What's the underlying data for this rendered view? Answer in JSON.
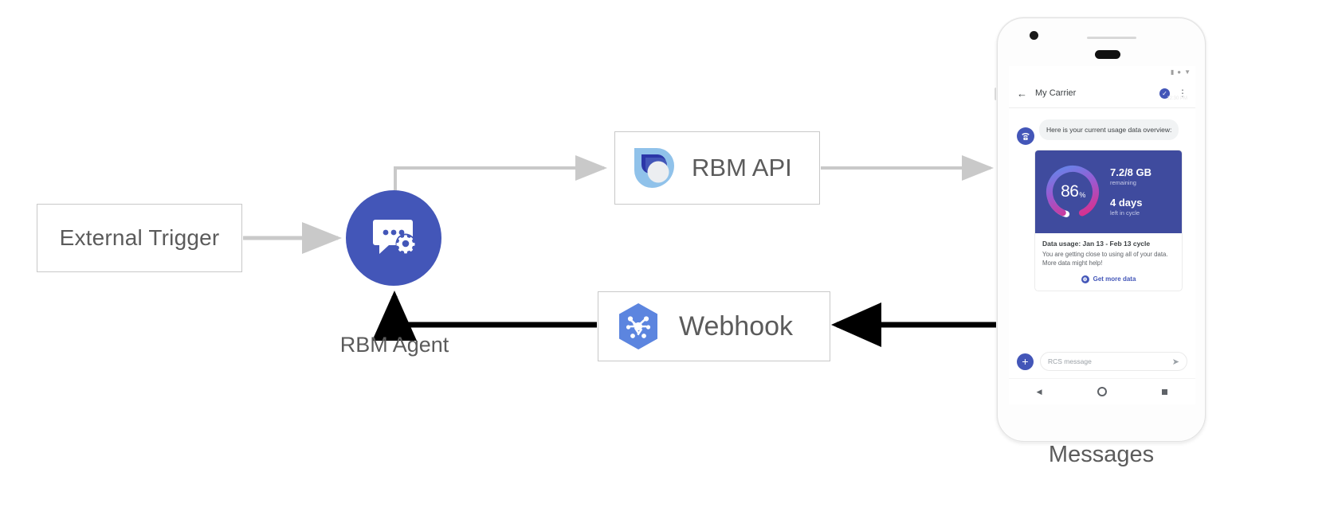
{
  "diagram": {
    "type": "flow-diagram",
    "nodes": {
      "external_trigger": {
        "label": "External Trigger"
      },
      "rbm_agent": {
        "caption": "RBM Agent",
        "icon": "chat-gear-icon"
      },
      "rbm_api": {
        "label": "RBM API",
        "icon": "rbm-api-logo-icon"
      },
      "webhook": {
        "label": "Webhook",
        "icon": "cloud-functions-hexagon-icon"
      },
      "messages_phone": {
        "caption": "Messages"
      }
    },
    "edges": [
      {
        "from": "external_trigger",
        "to": "rbm_agent",
        "style": "gray"
      },
      {
        "from": "rbm_agent",
        "to": "rbm_api",
        "style": "gray"
      },
      {
        "from": "rbm_api",
        "to": "messages_phone",
        "style": "gray"
      },
      {
        "from": "messages_phone",
        "to": "webhook",
        "style": "black"
      },
      {
        "from": "webhook",
        "to": "rbm_agent",
        "style": "black"
      }
    ],
    "colors": {
      "brand_blue": "#4356b8",
      "arrow_gray": "#c9c9c9",
      "arrow_black": "#000000",
      "box_border": "#c8c8c8",
      "text_gray": "#5b5b5b"
    }
  },
  "phone": {
    "status_bar": {
      "icons": [
        "signal-icon",
        "wifi-icon",
        "battery-icon"
      ]
    },
    "app_bar": {
      "back": "←",
      "title": "My Carrier",
      "verified_icon": "verified-shield-icon",
      "overflow_icon": "more-vert-icon"
    },
    "timestamp": "12:30 PM",
    "message": {
      "avatar_icon": "wifi-router-icon",
      "text": "Here is your current usage data overview:"
    },
    "card": {
      "gauge": {
        "percent_value": "86",
        "percent_symbol": "%",
        "used_fraction": 0.86,
        "colors": {
          "start": "#5b8def",
          "mid": "#9b59d0",
          "end": "#e6277f",
          "track": "#ffffff"
        }
      },
      "data_amount": "7.2/8 GB",
      "data_amount_sub": "remaining",
      "days_amount": "4 days",
      "days_amount_sub": "left in cycle",
      "title": "Data usage: Jan 13 - Feb 13 cycle",
      "body_line1": "You are getting close to using all of your data.",
      "body_line2": "More data might help!",
      "action_label": "Get more data",
      "action_icon": "globe-icon"
    },
    "composer": {
      "plus_label": "+",
      "placeholder": "RCS message",
      "send_icon": "send-icon"
    },
    "nav_bar": {
      "back_icon": "nav-back-icon",
      "home_icon": "nav-home-icon",
      "recents_icon": "nav-recents-icon"
    }
  }
}
